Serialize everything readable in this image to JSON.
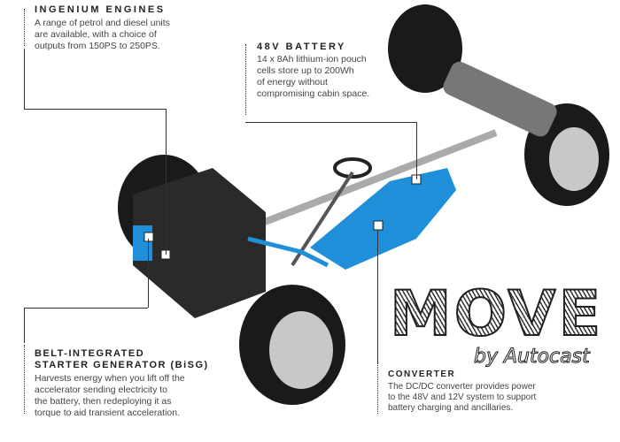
{
  "callouts": {
    "engines": {
      "title": "INGENIUM ENGINES",
      "lines": [
        "A range of petrol and diesel units",
        "are available, with a choice of",
        "outputs from 150PS to 250PS."
      ]
    },
    "battery": {
      "title": "48V BATTERY",
      "lines": [
        "14 x 8Ah lithium-ion pouch",
        "cells store up to 200Wh",
        "of energy without",
        "compromising cabin space."
      ]
    },
    "bisg": {
      "title_lines": [
        "BELT-INTEGRATED",
        "STARTER GENERATOR (BiSG)"
      ],
      "lines": [
        "Harvests energy when you lift off the",
        "accelerator sending electricity to",
        "the battery, then redeploying it as",
        "torque to aid transient acceleration."
      ]
    },
    "converter": {
      "title": "CONVERTER",
      "lines": [
        "The DC/DC converter provides power",
        "to the 48V and 12V system to support",
        "battery charging and ancillaries."
      ]
    }
  },
  "watermark": {
    "main": "MOVE",
    "sub": "by Autocast"
  },
  "colors": {
    "battery_blue": "#1e8fd8",
    "tyre": "#1a1a1a"
  }
}
